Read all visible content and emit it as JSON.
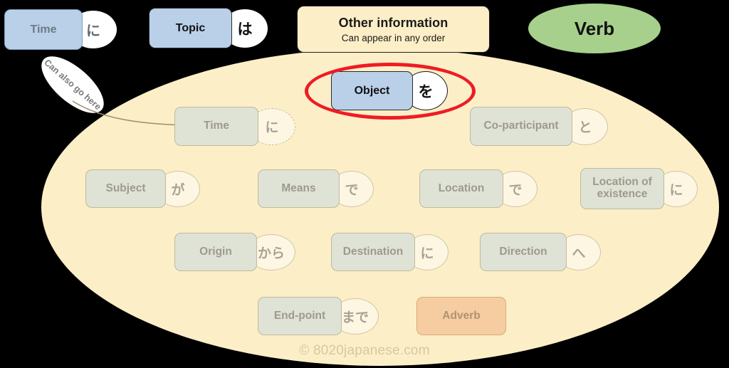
{
  "background_color": "#000000",
  "canvas": {
    "ellipse_color": "#FCEFC7",
    "highlight_color": "#EE1C25"
  },
  "header": {
    "time_slot": {
      "label": "Time",
      "particle": "に",
      "box_color": "#B9D0E8"
    },
    "topic_slot": {
      "label": "Topic",
      "particle": "は",
      "box_color": "#B9D0E8"
    },
    "callout": {
      "title": "Other information",
      "subtitle": "Can appear in any order"
    },
    "verb": {
      "label": "Verb",
      "color": "#A8D08D"
    }
  },
  "note": {
    "text": "Can also go here"
  },
  "highlighted": {
    "label": "Object",
    "particle": "を",
    "box_color": "#B9D0E8"
  },
  "slots": [
    {
      "label": "Time",
      "particle": "に",
      "particle_style": "dashed"
    },
    {
      "label": "Co-participant",
      "particle": "と",
      "particle_style": "solid"
    },
    {
      "label": "Subject",
      "particle": "が",
      "particle_style": "solid"
    },
    {
      "label": "Means",
      "particle": "で",
      "particle_style": "solid"
    },
    {
      "label": "Location",
      "particle": "で",
      "particle_style": "solid"
    },
    {
      "label": "Location of\nexistence",
      "particle": "に",
      "particle_style": "solid"
    },
    {
      "label": "Origin",
      "particle": "から",
      "particle_style": "solid"
    },
    {
      "label": "Destination",
      "particle": "に",
      "particle_style": "solid"
    },
    {
      "label": "Direction",
      "particle": "へ",
      "particle_style": "solid"
    },
    {
      "label": "End-point",
      "particle": "まで",
      "particle_style": "solid"
    },
    {
      "label": "Adverb",
      "particle": "",
      "particle_style": "none"
    }
  ],
  "slot_labels": {
    "time_inner": "Time",
    "coparticipant": "Co-participant",
    "subject": "Subject",
    "means": "Means",
    "location": "Location",
    "location_of_existence_line1": "Location of",
    "location_of_existence_line2": "existence",
    "origin": "Origin",
    "destination": "Destination",
    "direction": "Direction",
    "endpoint": "End-point",
    "adverb": "Adverb"
  },
  "slot_particles": {
    "time_inner": "に",
    "coparticipant": "と",
    "subject": "が",
    "means": "で",
    "location": "で",
    "location_of_existence": "に",
    "origin": "から",
    "destination": "に",
    "direction": "へ",
    "endpoint": "まで"
  },
  "footer": {
    "copyright": "© 8020japanese.com"
  }
}
